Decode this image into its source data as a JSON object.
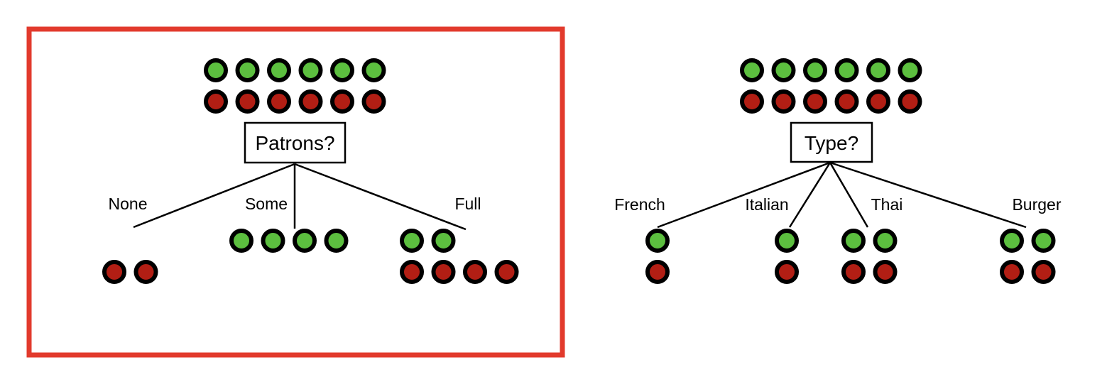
{
  "colors": {
    "positive": "#5cbf3f",
    "negative": "#b21e14",
    "outline": "#000000",
    "highlight": "#e23a2c"
  },
  "trees": [
    {
      "highlighted": true,
      "attribute": "Patrons?",
      "root": {
        "positive": 6,
        "negative": 6
      },
      "branches": [
        {
          "label": "None",
          "positive": 0,
          "negative": 2
        },
        {
          "label": "Some",
          "positive": 4,
          "negative": 0
        },
        {
          "label": "Full",
          "positive": 2,
          "negative": 4
        }
      ]
    },
    {
      "highlighted": false,
      "attribute": "Type?",
      "root": {
        "positive": 6,
        "negative": 6
      },
      "branches": [
        {
          "label": "French",
          "positive": 1,
          "negative": 1
        },
        {
          "label": "Italian",
          "positive": 1,
          "negative": 1
        },
        {
          "label": "Thai",
          "positive": 2,
          "negative": 2
        },
        {
          "label": "Burger",
          "positive": 2,
          "negative": 2
        }
      ]
    }
  ]
}
